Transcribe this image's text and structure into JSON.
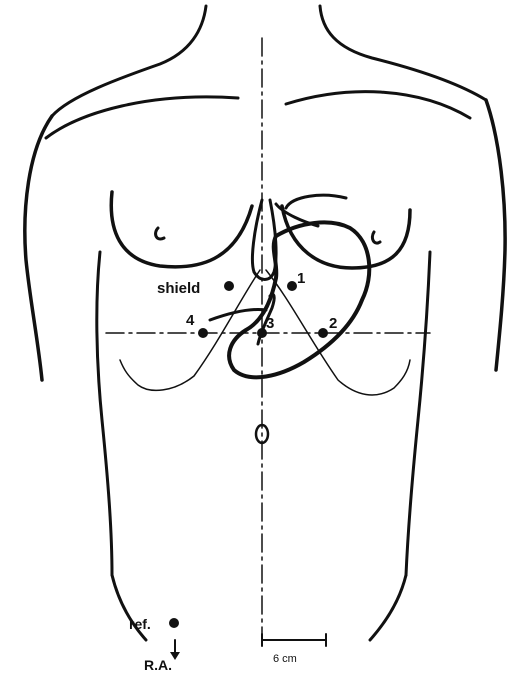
{
  "figure": {
    "labels": {
      "shield": "shield",
      "lead_1": "1",
      "lead_2": "2",
      "lead_3": "3",
      "lead_4": "4",
      "ref": "ref.",
      "ra": "R.A.",
      "scale": "6 cm"
    },
    "colors": {
      "ink": "#111111",
      "background": "#ffffff"
    }
  }
}
